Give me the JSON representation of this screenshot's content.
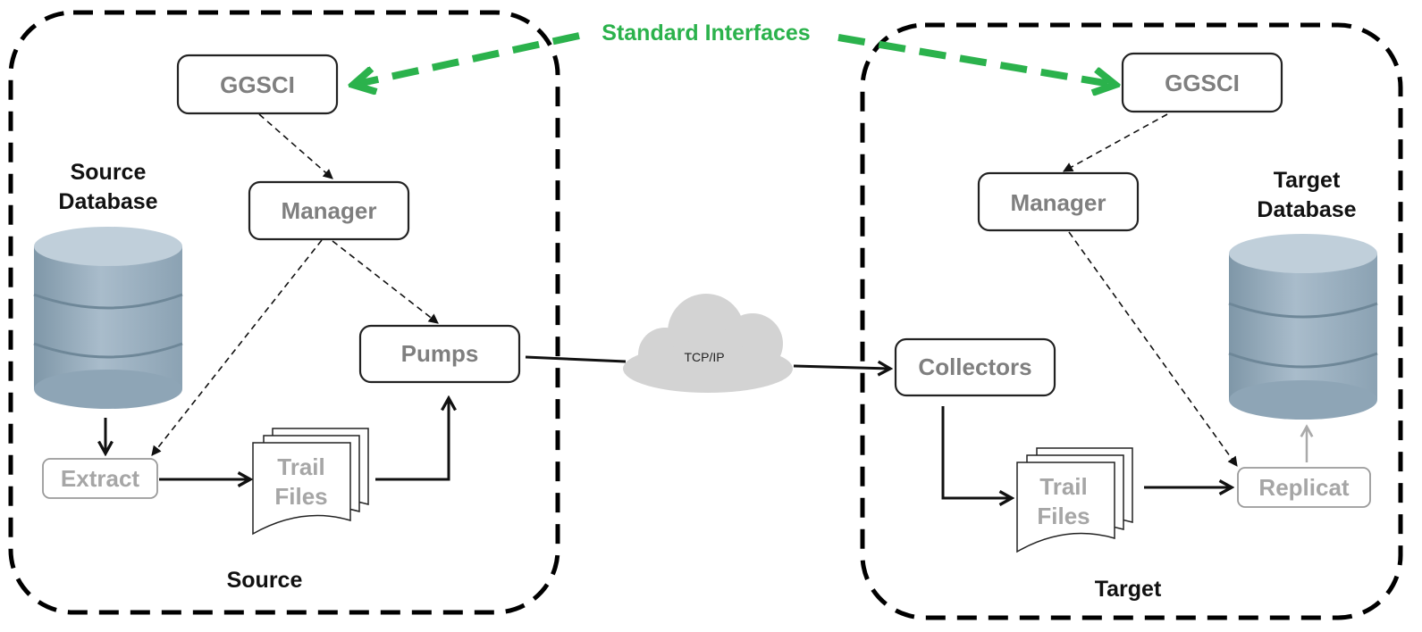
{
  "header": {
    "interfaces_label": "Standard Interfaces"
  },
  "source": {
    "region_label": "Source",
    "db_label_line1": "Source",
    "db_label_line2": "Database",
    "ggsci": "GGSCI",
    "manager": "Manager",
    "pumps": "Pumps",
    "extract": "Extract",
    "trail_line1": "Trail",
    "trail_line2": "Files"
  },
  "network": {
    "label": "TCP/IP"
  },
  "target": {
    "region_label": "Target",
    "db_label_line1": "Target",
    "db_label_line2": "Database",
    "ggsci": "GGSCI",
    "manager": "Manager",
    "collectors": "Collectors",
    "replicat": "Replicat",
    "trail_line1": "Trail",
    "trail_line2": "Files"
  },
  "colors": {
    "interfaces_green": "#2bb24c",
    "database_blue_gray": "#8fa6b6",
    "label_gray": "#7f7f7f"
  }
}
